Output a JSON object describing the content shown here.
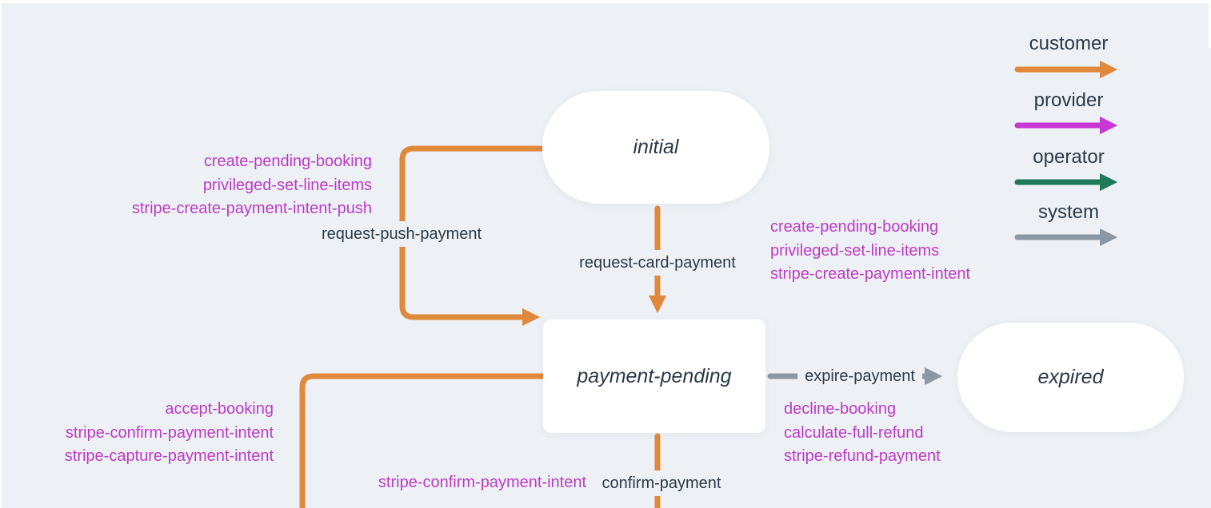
{
  "colors": {
    "customer": "#e0883c",
    "provider": "#c837d1",
    "operator": "#1f7a59",
    "system": "#8b97a3",
    "dark_text": "#2b3a4a",
    "action_text": "#bd3bc5",
    "background": "#edf1f5",
    "node_fill": "#ffffff"
  },
  "legend": {
    "customer_label": "customer",
    "provider_label": "provider",
    "operator_label": "operator",
    "system_label": "system"
  },
  "states": {
    "initial": "initial",
    "payment_pending": "payment-pending",
    "expired": "expired"
  },
  "transitions": {
    "request_push_payment": {
      "label": "request-push-payment",
      "actor": "customer",
      "actions": [
        "create-pending-booking",
        "privileged-set-line-items",
        "stripe-create-payment-intent-push"
      ]
    },
    "request_card_payment": {
      "label": "request-card-payment",
      "actor": "customer",
      "actions": [
        "create-pending-booking",
        "privileged-set-line-items",
        "stripe-create-payment-intent"
      ]
    },
    "expire_payment": {
      "label": "expire-payment",
      "actor": "system",
      "actions": [
        "decline-booking",
        "calculate-full-refund",
        "stripe-refund-payment"
      ]
    },
    "confirm_payment": {
      "label": "confirm-payment",
      "actor": "customer",
      "actions": [
        "stripe-confirm-payment-intent"
      ]
    },
    "accept_booking": {
      "actor": "customer",
      "actions": [
        "accept-booking",
        "stripe-confirm-payment-intent",
        "stripe-capture-payment-intent"
      ]
    }
  }
}
